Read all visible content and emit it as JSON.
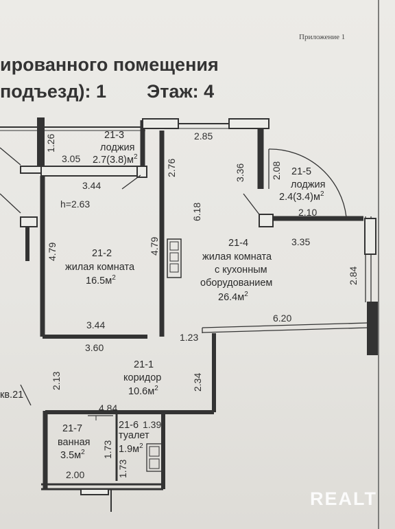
{
  "header": {
    "appendix": "Приложение 1",
    "title_partial": "ированного помещения",
    "entrance_partial": "подъезд): 1",
    "floor": "Этаж: 4"
  },
  "ceiling_height": "h=2.63",
  "rooms": [
    {
      "number": "21-3",
      "name": "лоджия",
      "area_main": "2.7(3.8)м",
      "area_sup": "2"
    },
    {
      "number": "21-2",
      "name": "жилая комната",
      "area_main": "16.5м",
      "area_sup": "2"
    },
    {
      "number": "21-4",
      "name_line1": "жилая комната",
      "name_line2": "с кухонным",
      "name_line3": "оборудованием",
      "area_main": "26.4м",
      "area_sup": "2"
    },
    {
      "number": "21-5",
      "name": "лоджия",
      "area_main": "2.4(3.4)м",
      "area_sup": "2"
    },
    {
      "number": "21-1",
      "name": "коридор",
      "area_main": "10.6м",
      "area_sup": "2"
    },
    {
      "number": "21-7",
      "name": "ванная",
      "area_main": "3.5м",
      "area_sup": "2"
    },
    {
      "number": "21-6",
      "name": "туалет",
      "area_main": "1.9м",
      "area_sup": "2"
    }
  ],
  "neighbor_label": "кв.21",
  "dimensions": {
    "d_1_26": "1.26",
    "d_3_05": "3.05",
    "d_3_44_top": "3.44",
    "d_2_85": "2.85",
    "d_2_76": "2.76",
    "d_3_36": "3.36",
    "d_2_08": "2.08",
    "d_2_10": "2.10",
    "d_6_18": "6.18",
    "d_4_79_left": "4.79",
    "d_4_79_mid": "4.79",
    "d_3_35": "3.35",
    "d_2_84": "2.84",
    "d_6_20": "6.20",
    "d_3_44_bottom": "3.44",
    "d_3_60": "3.60",
    "d_1_23": "1.23",
    "d_2_13": "2.13",
    "d_2_34": "2.34",
    "d_4_84": "4.84",
    "d_1_39": "1.39",
    "d_1_73_a": "1.73",
    "d_1_73_b": "1.73",
    "d_2_00": "2.00"
  },
  "watermark": "REALT"
}
